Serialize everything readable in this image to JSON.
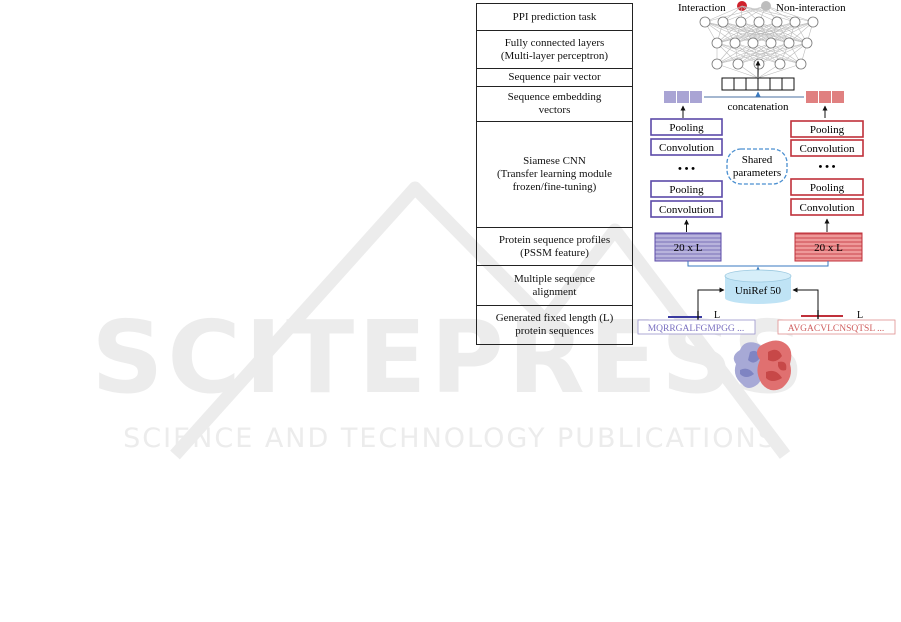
{
  "watermark": {
    "brand": "SCITEPRESS",
    "tagline": "SCIENCE AND TECHNOLOGY PUBLICATIONS"
  },
  "stack": [
    "PPI prediction task",
    "Fully connected layers\n(Multi-layer perceptron)",
    "Sequence pair vector",
    "Sequence embedding\nvectors",
    "Siamese CNN\n(Transfer learning module\nfrozen/fine-tuning)",
    "Protein sequence profiles\n(PSSM feature)",
    "Multiple sequence\nalignment",
    "Generated fixed length (L)\nprotein sequences"
  ],
  "legend": {
    "interaction": "Interaction",
    "non_interaction": "Non-interaction"
  },
  "concat_label": "concatenation",
  "left_branch": {
    "pool_top": "Pooling",
    "conv_top": "Convolution",
    "dots": "• • •",
    "pool_bottom": "Pooling",
    "conv_bottom": "Convolution",
    "matrix": "20 x L",
    "length": "L",
    "sequence": "MQRRGALFGMPGG ..."
  },
  "right_branch": {
    "pool_top": "Pooling",
    "conv_top": "Convolution",
    "dots": "• • •",
    "pool_bottom": "Pooling",
    "conv_bottom": "Convolution",
    "matrix": "20 x L",
    "length": "L",
    "sequence": "AVGACVLCNSQTSL ..."
  },
  "shared_label": "Shared\nparameters",
  "database": "UniRef 50",
  "colors": {
    "purple": "#5b4aa8",
    "purple_fill": "#a9a4d4",
    "red": "#c0303a",
    "red_fill": "#e08080",
    "interaction_dot": "#d0212b",
    "non_interaction_dot": "#bdbdbd",
    "db_fill": "#bfe3f5",
    "shared_border": "#4a8fd0",
    "watermark": "#ececec"
  }
}
